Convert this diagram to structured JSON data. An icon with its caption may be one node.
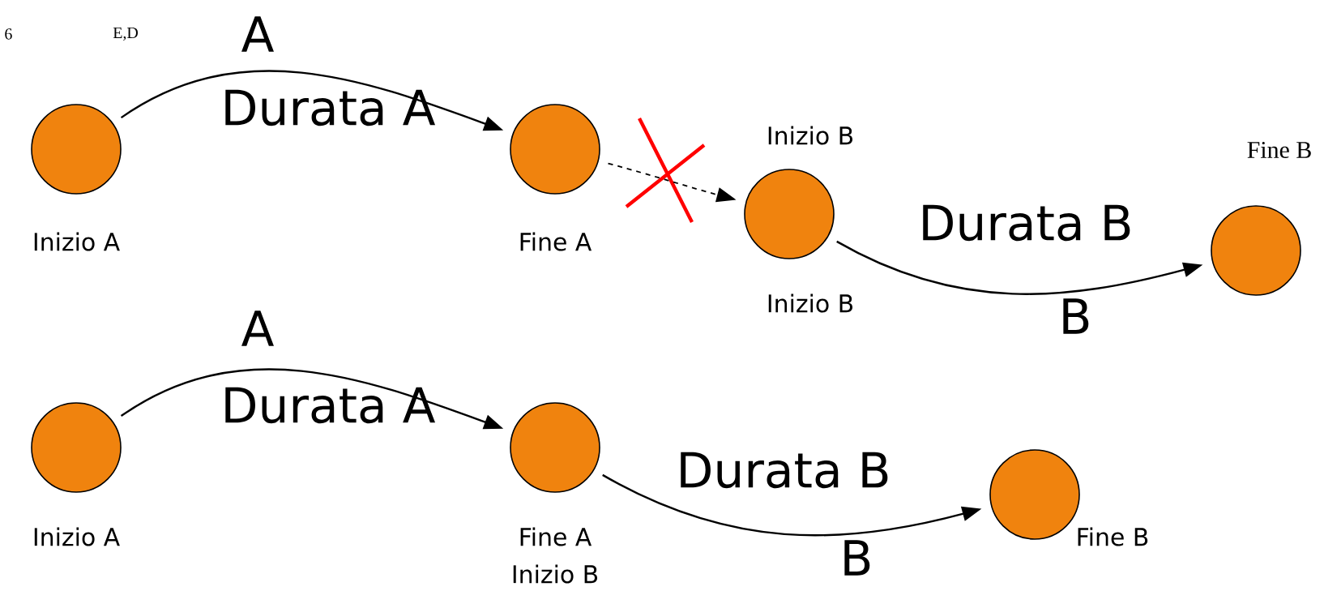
{
  "diagram": {
    "nodes": [
      {
        "text": [],
        "shape": "circle",
        "beside": [
          "Inizio A"
        ]
      },
      {
        "text": [],
        "shape": "circle",
        "beside": [
          "Fine A"
        ]
      },
      {
        "text": [],
        "shape": "circle",
        "beside": [
          "Inizio B",
          "Inizio B"
        ]
      },
      {
        "text": [],
        "shape": "circle",
        "beside": [
          "Fine B"
        ]
      },
      {
        "text": [],
        "shape": "circle",
        "beside": [
          "Inizio A"
        ]
      },
      {
        "text": [],
        "shape": "circle",
        "beside": [
          "Fine A",
          "Inizio B"
        ]
      },
      {
        "text": [],
        "shape": "circle",
        "beside": [
          "Fine B"
        ]
      }
    ],
    "edges": [
      {
        "from": 0,
        "to": 1,
        "arrow": "to",
        "label": "A"
      },
      {
        "from": 1,
        "to": 2,
        "arrow": "to",
        "style": "dashed"
      },
      {
        "from": 2,
        "to": 3,
        "arrow": "to",
        "label": "B"
      },
      {
        "from": 4,
        "to": 5,
        "arrow": "to",
        "label": "A"
      },
      {
        "from": 5,
        "to": 6,
        "arrow": "to",
        "label": "B"
      }
    ],
    "labels": [
      "6",
      "E,D",
      "Durata A",
      "Durata B",
      "Durata A",
      "Durata B"
    ]
  }
}
